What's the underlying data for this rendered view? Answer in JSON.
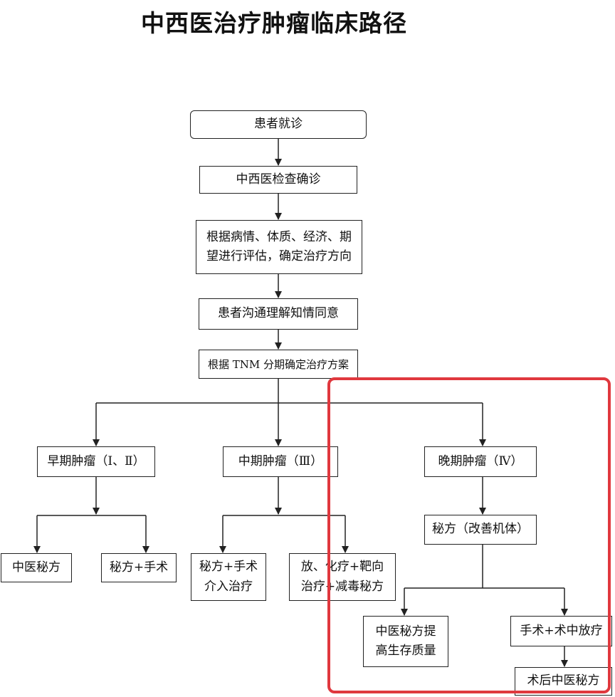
{
  "title": "中西医治疗肿瘤临床路径",
  "colors": {
    "highlight": "#e0383e",
    "line": "#222222"
  },
  "nodes": {
    "visit": "患者就诊",
    "diagnosis": "中西医检查确诊",
    "evaluate": "根据病情、体质、经济、期\n望进行评估，确定治疗方向",
    "consent": "患者沟通理解知情同意",
    "plan": "根据 TNM 分期确定治疗方案",
    "early": "早期肿瘤（Ⅰ、Ⅱ）",
    "middle": "中期肿瘤（Ⅲ）",
    "late": "晚期肿瘤（Ⅳ）",
    "early_tcm": "中医秘方",
    "early_surgery": "秘方+手术",
    "middle_surgery": "秘方+手术\n介入治疗",
    "middle_radio": "放、化疗+靶向\n治疗+减毒秘方",
    "late_formula": "秘方（改善机体）",
    "late_quality": "中医秘方提\n高生存质量",
    "late_surgery": "手术+术中放疗",
    "late_post": "术后中医秘方"
  }
}
